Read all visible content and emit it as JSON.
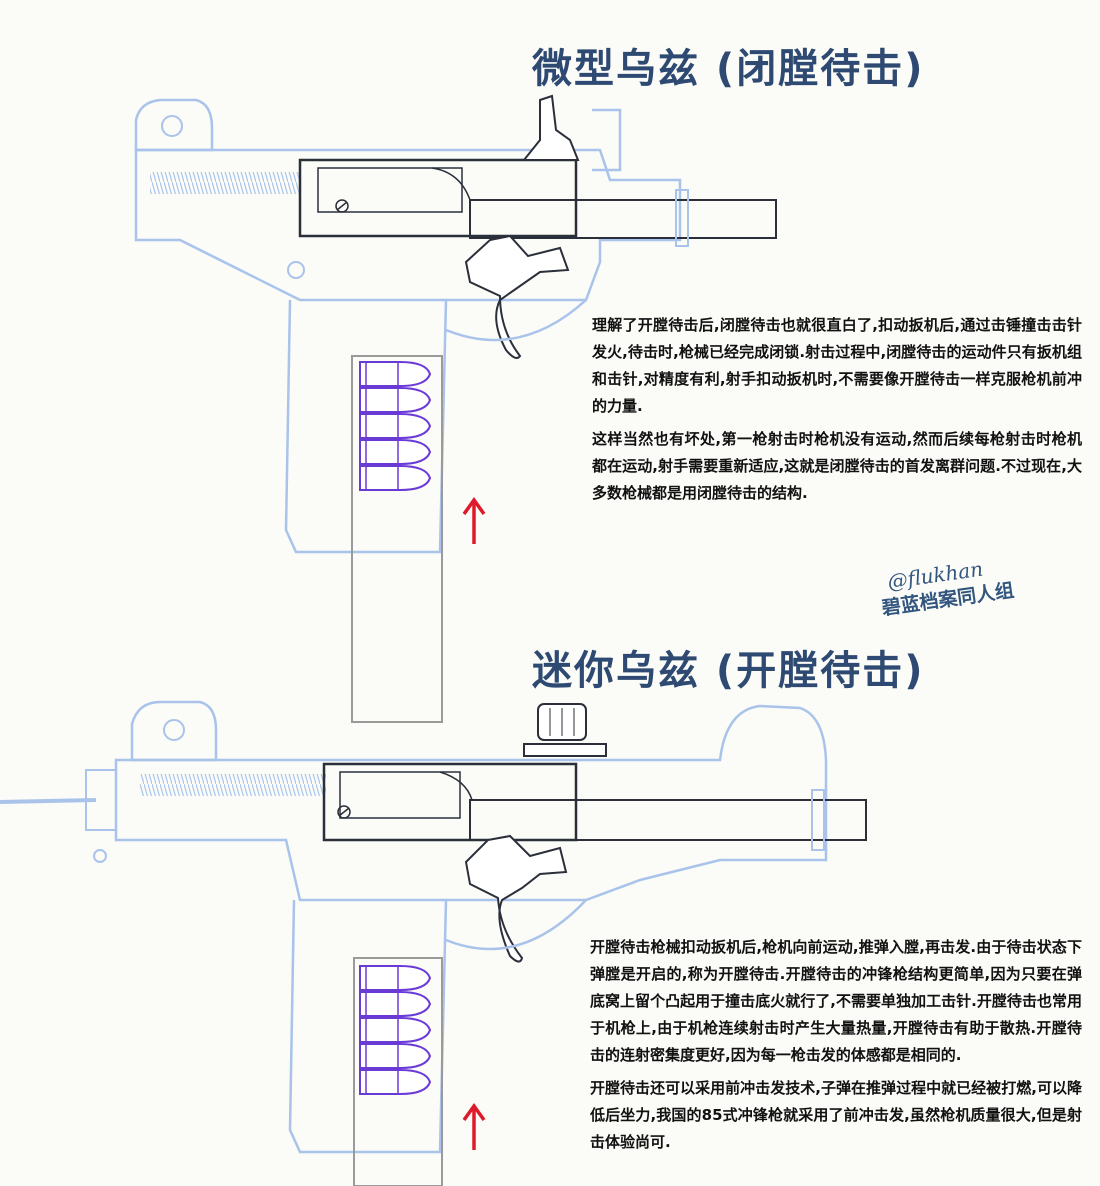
{
  "top_section": {
    "title": "微型乌兹 (闭膛待击)",
    "paragraphs": [
      "理解了开膛待击后,闭膛待击也就很直白了,扣动扳机后,通过击锤撞击击针发火,待击时,枪械已经完成闭锁.射击过程中,闭膛待击的运动件只有扳机组和击针,对精度有利,射手扣动扳机时,不需要像开膛待击一样克服枪机前冲的力量.",
      "这样当然也有坏处,第一枪射击时枪机没有运动,然而后续每枪射击时枪机都在运动,射手需要重新适应,这就是闭膛待击的首发离群问题.不过现在,大多数枪械都是用闭膛待击的结构."
    ]
  },
  "bottom_section": {
    "title": "迷你乌兹 (开膛待击)",
    "paragraphs": [
      "开膛待击枪械扣动扳机后,枪机向前运动,推弹入膛,再击发.由于待击状态下弹膛是开启的,称为开膛待击.开膛待击的冲锋枪结构更简单,因为只要在弹底窝上留个凸起用于撞击底火就行了,不需要单独加工击针.开膛待击也常用于机枪上,由于机枪连续射击时产生大量热量,开膛待击有助于散热.开膛待击的连射密集度更好,因为每一枪击发的体感都是相同的.",
      "开膛待击还可以采用前冲击发技术,子弹在推弹过程中就已经被打燃,可以降低后坐力,我国的85式冲锋枪就采用了前冲击发,虽然枪机质量很大,但是射击体验尚可."
    ]
  },
  "signature": {
    "handle": "@flukhan",
    "group": "碧蓝档案同人组"
  },
  "colors": {
    "title": "#2f4a72",
    "outline_blue": "#a9c3ea",
    "mechanism_dark": "#2b2f3a",
    "cartridge_purple": "#6a3ad6",
    "arrow_red": "#e0192a"
  },
  "diagram": {
    "top": {
      "cartridges": 5,
      "arrow": "up"
    },
    "bottom": {
      "cartridges": 5,
      "arrow": "up"
    }
  }
}
